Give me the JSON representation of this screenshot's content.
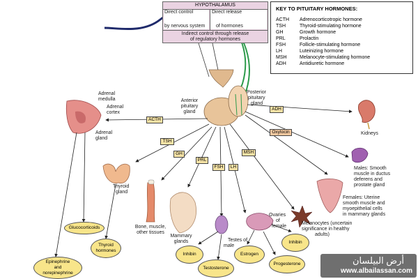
{
  "hypothalamus": {
    "title": "HYPOTHALAMUS",
    "direct_control": "Direct control",
    "by_nervous_system": "by nervous system",
    "direct_release": "Direct release",
    "of_hormones": "of hormones",
    "indirect_line1": "Indirect control through release",
    "indirect_line2": "of regulatory hormones"
  },
  "key": {
    "title": "KEY TO PITUITARY HORMONES:",
    "rows": [
      {
        "abbr": "ACTH",
        "name": "Adrenocorticotropic hormone"
      },
      {
        "abbr": "TSH",
        "name": "Thyroid-stimulating hormone"
      },
      {
        "abbr": "GH",
        "name": "Growth hormone"
      },
      {
        "abbr": "PRL",
        "name": "Prolactin"
      },
      {
        "abbr": "FSH",
        "name": "Follicle-stimulating hormone"
      },
      {
        "abbr": "LH",
        "name": "Luteinizing hormone"
      },
      {
        "abbr": "MSH",
        "name": "Melanocyte-stimulating hormone"
      },
      {
        "abbr": "ADH",
        "name": "Antidiuretic hormone"
      }
    ]
  },
  "pituitary": {
    "anterior_1": "Anterior",
    "anterior_2": "pituitary",
    "anterior_3": "gland",
    "posterior_1": "Posterior",
    "posterior_2": "pituitary",
    "posterior_3": "gland"
  },
  "hormone_boxes": {
    "acth": "ACTH",
    "tsh": "TSH",
    "gh": "GH",
    "prl": "PRL",
    "fsh": "FSH",
    "lh": "LH",
    "msh": "MSH",
    "adh": "ADH",
    "oxytocin": "Oxytocin"
  },
  "organs": {
    "adrenal_medulla_1": "Adrenal",
    "adrenal_medulla_2": "medulla",
    "adrenal_cortex_1": "Adrenal",
    "adrenal_cortex_2": "cortex",
    "adrenal_gland_1": "Adrenal",
    "adrenal_gland_2": "gland",
    "thyroid_1": "Thyroid",
    "thyroid_2": "gland",
    "bone_1": "Bone, muscle,",
    "bone_2": "other tissues",
    "mammary_1": "Mammary",
    "mammary_2": "glands",
    "testes_1": "Testes of",
    "testes_2": "male",
    "ovaries_1": "Ovaries",
    "ovaries_2": "of",
    "ovaries_3": "female",
    "melanocytes_1": "Melanocytes (uncertain",
    "melanocytes_2": "significance in healthy",
    "melanocytes_3": "adults)",
    "kidneys": "Kidneys",
    "males_1": "Males: Smooth",
    "males_2": "muscle in ductus",
    "males_3": "deferens and",
    "males_4": "prostate gland",
    "females_1": "Females: Uterine",
    "females_2": "smooth muscle and",
    "females_3": "myoepithelial cells",
    "females_4": "in mammary glands"
  },
  "products": {
    "glucocorticoids": "Glucocorticoids",
    "epinephrine_1": "Epinephrine",
    "epinephrine_2": "and",
    "epinephrine_3": "norepinephrine",
    "thyroid_h_1": "Thyroid",
    "thyroid_h_2": "hormones",
    "inhibin_testes": "Inhibin",
    "testosterone": "Testosterone",
    "estrogen": "Estrogen",
    "progesterone": "Progesterone",
    "inhibin_ovary": "Inhibin"
  },
  "watermark": {
    "arabic": "أرض البيلسان",
    "url": "www.albailassan.com"
  },
  "colors": {
    "hypothalamus_fill": "#ead3e2",
    "hormone_box_fill": "#f6e3a6",
    "oxytocin_box_fill": "#f3c9a0",
    "product_oval_fill": "#f8e58a",
    "pituitary_fill": "#e8c49a",
    "nerve_navy": "#1f2a6b",
    "nerve_green": "#2c9a4a"
  }
}
